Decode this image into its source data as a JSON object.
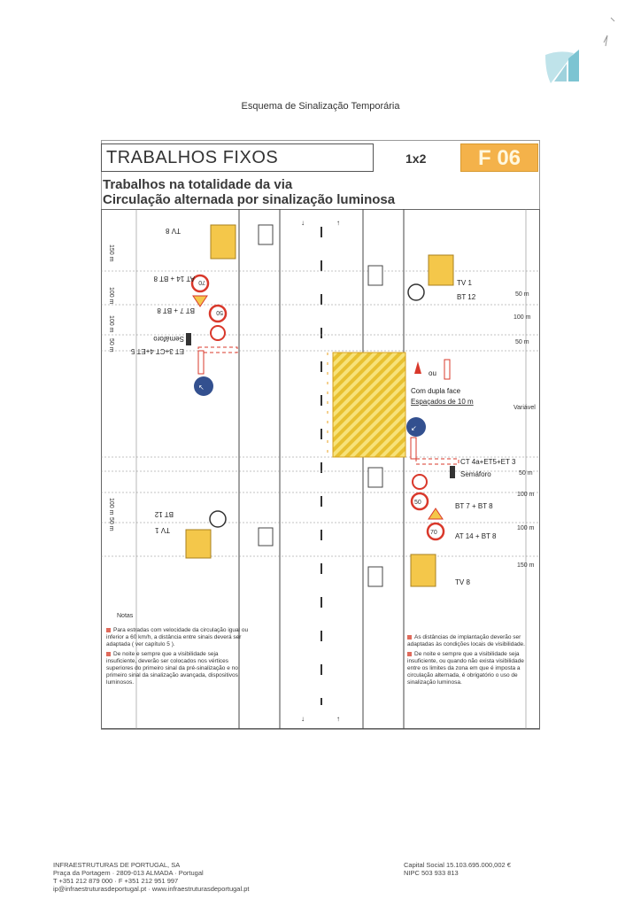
{
  "document": {
    "title": "Esquema de Sinalização Temporária"
  },
  "header": {
    "title": "TRABALHOS FIXOS",
    "code": "1x2",
    "badge": "F 06",
    "badge_color": "#f4b24a"
  },
  "subtitle": {
    "line1": "Trabalhos na totalidade da via",
    "line2": "Circulação alternada por sinalização luminosa"
  },
  "diagram": {
    "left_labels": {
      "tv8": "TV 8",
      "at14_bt8": "AT 14 + BT 8",
      "bt7_bt8": "BT 7 + BT 8",
      "semaforo": "Semáforo",
      "ct4_et5_et3": "ET 3+CT 4+ET 5",
      "bt12": "BT 12",
      "tv1": "TV 1"
    },
    "left_distances": {
      "d150": "150 m",
      "d100a": "100 m",
      "d100b": "100 m",
      "d50a": "50 m",
      "d100c": "100 m",
      "d50b": "50 m"
    },
    "right_labels": {
      "tv1": "TV 1",
      "bt12": "BT 12",
      "ou": "ou",
      "dupla_face": "Com dupla face",
      "espacados": "Espaçados de 10 m",
      "variavel": "Variável",
      "ct4_et5_et3": "CT 4a+ET5+ET 3",
      "semaforo": "Semáforo",
      "bt7_bt8": "BT 7 + BT 8",
      "at14_bt8": "AT 14 + BT 8",
      "tv8": "TV 8"
    },
    "right_distances": {
      "d50a": "50 m",
      "d100a": "100 m",
      "d50b": "50 m",
      "d50c": "50 m",
      "d100b": "100 m",
      "d100c": "100 m",
      "d150": "150 m"
    },
    "speed_limits": {
      "s70": "70",
      "s50": "50"
    },
    "colors": {
      "work_zone": "#f2d64a",
      "work_sign": "#f4c74a",
      "red": "#d9382b",
      "blue": "#33508f"
    }
  },
  "notes": {
    "heading": "Notas",
    "left": [
      "Para estradas com velocidade da circulação igual ou inferior a 60 km/h, a distância entre sinais deverá ser adaptada ( ver capítulo 5 ).",
      "De noite e sempre que a visibilidade seja insuficiente, deverão ser colocados nos vértices superiores do primeiro sinal da pré-sinalização e no primeiro sinal da sinalização avançada, dispositivos luminosos."
    ],
    "right": [
      "As distâncias de implantação deverão ser adaptadas às condições locais de visibilidade.",
      "De noite e sempre que a visibilidade seja insuficiente, ou quando não exista visibilidade entre os limites da zona em que é imposta a circulação alternada, é obrigatório o uso de sinalização luminosa."
    ],
    "bullet_color": "#e06b5c"
  },
  "footer": {
    "left": [
      "INFRAESTRUTURAS DE PORTUGAL, SA",
      "Praça da Portagem · 2809-013 ALMADA · Portugal",
      "T +351 212 879 000 · F +351 212 951 997",
      "ip@infraestruturasdeportugal.pt · www.infraestruturasdeportugal.pt"
    ],
    "right": [
      "Capital Social 15.103.695.000,002 €",
      "NIPC 503 933 813"
    ]
  }
}
